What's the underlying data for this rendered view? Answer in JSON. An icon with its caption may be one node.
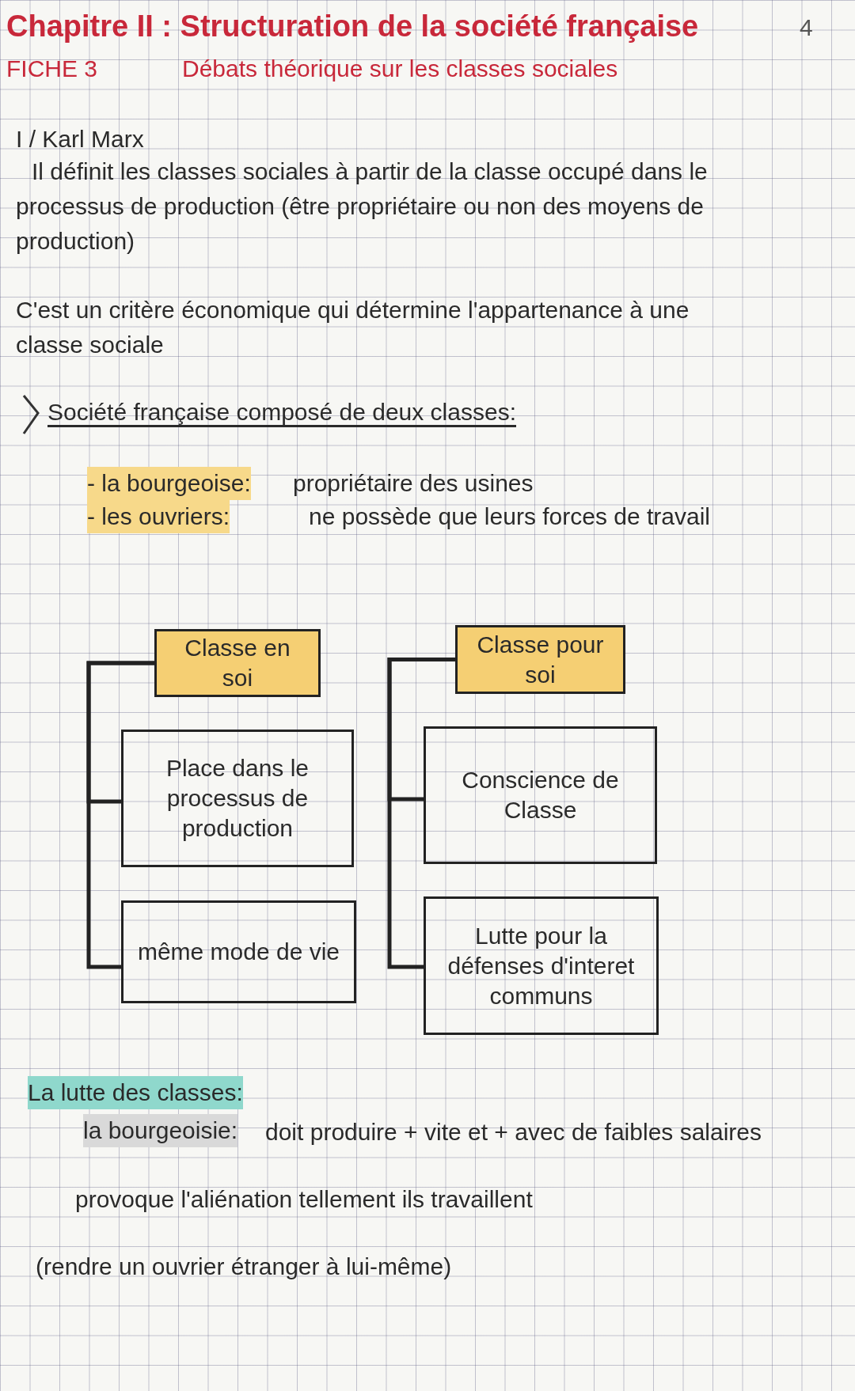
{
  "diagram": {
    "title": "Chapitre II : Structuration de la société française",
    "nodes": [
      {
        "text": [
          "Classe en soi"
        ]
      },
      {
        "text": [
          "Place dans le processus de production"
        ]
      },
      {
        "text": [
          "même mode de vie"
        ]
      },
      {
        "text": [
          "Classe pour soi"
        ]
      },
      {
        "text": [
          "Conscience de Classe"
        ]
      },
      {
        "text": [
          "Lutte pour la défenses d'interet communs"
        ]
      }
    ],
    "edges": [
      {
        "from": 0,
        "to": 1,
        "arrow": "none"
      },
      {
        "from": 0,
        "to": 2,
        "arrow": "none"
      },
      {
        "from": 3,
        "to": 4,
        "arrow": "none"
      },
      {
        "from": 3,
        "to": 5,
        "arrow": "none"
      }
    ],
    "labels": [
      "4",
      "FICHE 3",
      "Débats théorique sur les classes sociales",
      "I / Karl Marx",
      "Il définit les classes sociales à partir de la classe occupé dans le processus de production (être propriétaire ou non des moyens de production)",
      "C'est un critère économique qui détermine l'appartenance à une classe sociale",
      "Société française composé de deux classes:",
      "- la bourgeoise:",
      "propriétaire des usines",
      "- les ouvriers:",
      "ne possède que leurs forces de travail",
      "La lutte des classes:",
      "la bourgeoisie:",
      "doit produire + vite et + avec de faibles salaires",
      "provoque l'aliénation tellement ils travaillent",
      "(rendre un ouvrier étranger à lui-même)"
    ]
  }
}
